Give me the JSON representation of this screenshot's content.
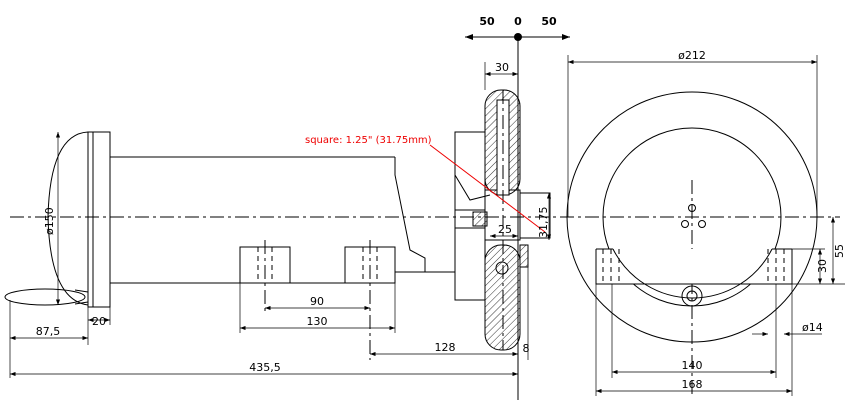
{
  "scale": {
    "left": "50",
    "center": "0",
    "right": "50"
  },
  "annotation": {
    "text": "square: 1.25\" (31.75mm)",
    "color": "#e00000"
  },
  "dimensions": {
    "d150": "ø150",
    "d212": "ø212",
    "w30_top": "30",
    "d87_5": "87,5",
    "d20": "20",
    "d90": "90",
    "d130": "130",
    "d128": "128",
    "d8": "8",
    "d435_5": "435,5",
    "d25": "25",
    "d31_75": "31,75",
    "d140": "140",
    "d168": "168",
    "d14": "ø14",
    "h30": "30",
    "h55": "55"
  }
}
